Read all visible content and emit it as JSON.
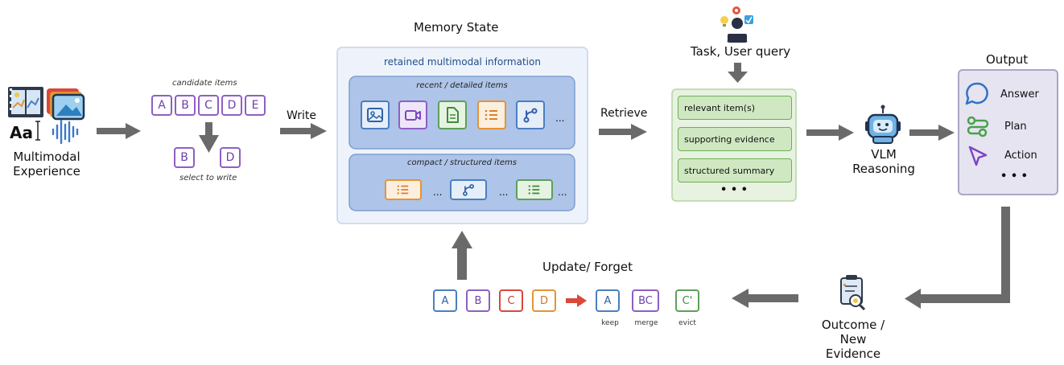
{
  "input": {
    "label_line1": "Multimodal",
    "label_line2": "Experience",
    "text_icon": "Aa"
  },
  "selection": {
    "candidate_label": "candidate items",
    "candidates": [
      "A",
      "B",
      "C",
      "D",
      "E"
    ],
    "selected": [
      "B",
      "D"
    ],
    "select_label": "select to write"
  },
  "write_label": "Write",
  "memory": {
    "title": "Memory State",
    "subtitle": "retained multimodal information",
    "recent_label": "recent / detailed items",
    "compact_label": "compact / structured items",
    "ellipsis": "..."
  },
  "retrieve_label": "Retrieve",
  "task": {
    "label": "Task, User query"
  },
  "retrieved": {
    "items": [
      "relevant item(s)",
      "supporting evidence",
      "structured summary"
    ],
    "more": "• • •"
  },
  "vlm": {
    "line1": "VLM",
    "line2": "Reasoning"
  },
  "output": {
    "title": "Output",
    "items": [
      "Answer",
      "Plan",
      "Action"
    ],
    "more": "• • •"
  },
  "outcome": {
    "line1": "Outcome /",
    "line2": "New",
    "line3": "Evidence"
  },
  "update": {
    "title": "Update/ Forget",
    "before": [
      "A",
      "B",
      "C",
      "D"
    ],
    "after": [
      "A",
      "BC",
      "C'"
    ],
    "after_labels": [
      "keep",
      "merge",
      "evict"
    ]
  },
  "colors": {
    "arrow": "#6a6a6a",
    "purple": "#8e5fc4",
    "blue": "#4a7fc1",
    "green": "#5da05a",
    "orange": "#e39433",
    "red": "#d9483b",
    "memory_panel": "#eef3fb",
    "memory_inner": "#aec4e8"
  }
}
